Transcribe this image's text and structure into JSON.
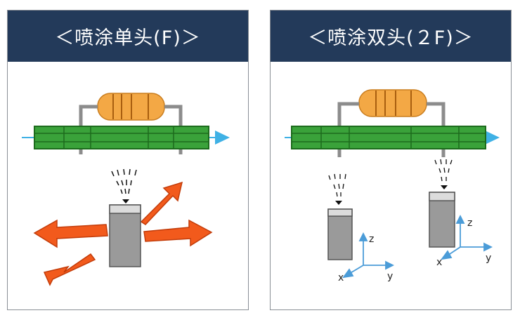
{
  "panels": [
    {
      "title": "＜喷涂单头(F)＞",
      "axes": null
    },
    {
      "title": "＜喷涂双头(２F)＞",
      "axes": {
        "z": "z",
        "x": "x",
        "y": "y"
      }
    }
  ],
  "colors": {
    "header_bg": "#233a5a",
    "header_text": "#ffffff",
    "pcb_green": "#3aa23a",
    "pcb_dark": "#1c6b1c",
    "resistor": "#f3a845",
    "arrow_blue": "#3fb1e5",
    "arrow_orange": "#f25a1c",
    "nozzle_gray": "#9a9a9a",
    "axis_blue": "#4b9cd8"
  }
}
